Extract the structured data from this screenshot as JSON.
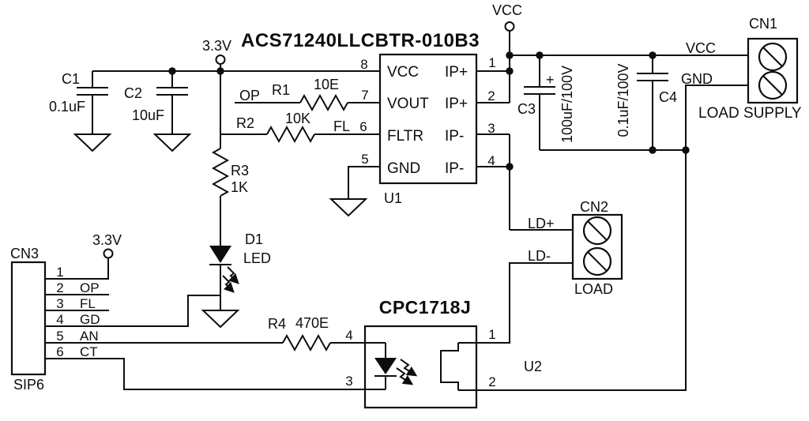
{
  "diagram": {
    "u1": {
      "part_number": "ACS71240LLCBTR-010B3",
      "refdes": "U1",
      "left_pins": [
        {
          "num": "8",
          "name": "VCC"
        },
        {
          "num": "7",
          "name": "VOUT"
        },
        {
          "num": "6",
          "name": "FLTR"
        },
        {
          "num": "5",
          "name": "GND"
        }
      ],
      "right_pins": [
        {
          "num": "1",
          "name": "IP+"
        },
        {
          "num": "2",
          "name": "IP+"
        },
        {
          "num": "3",
          "name": "IP-"
        },
        {
          "num": "4",
          "name": "IP-"
        }
      ]
    },
    "u2": {
      "part_number": "CPC1718J",
      "refdes": "U2",
      "pins": {
        "in_top": "4",
        "in_bottom": "3",
        "out_top": "1",
        "out_bottom": "2"
      }
    },
    "capacitors": {
      "c1": {
        "ref": "C1",
        "value": "0.1uF"
      },
      "c2": {
        "ref": "C2",
        "value": "10uF"
      },
      "c3": {
        "ref": "C3",
        "value": "100uF/100V",
        "polarity": "+"
      },
      "c4": {
        "ref": "C4",
        "value": "0.1uF/100V"
      }
    },
    "resistors": {
      "r1": {
        "ref": "R1",
        "value": "10E"
      },
      "r2": {
        "ref": "R2",
        "value": "10K"
      },
      "r3": {
        "ref": "R3",
        "value": "1K"
      },
      "r4": {
        "ref": "R4",
        "value": "470E"
      }
    },
    "d1": {
      "ref": "D1",
      "value": "LED"
    },
    "connectors": {
      "cn1": {
        "ref": "CN1",
        "caption": "LOAD SUPPLY",
        "pin_labels": [
          "VCC",
          "GND"
        ]
      },
      "cn2": {
        "ref": "CN2",
        "caption": "LOAD",
        "pin_labels": [
          "LD+",
          "LD-"
        ]
      },
      "cn3": {
        "ref": "CN3",
        "caption": "SIP6",
        "pins": [
          {
            "num": "1",
            "name": "3.3V"
          },
          {
            "num": "2",
            "name": "OP"
          },
          {
            "num": "3",
            "name": "FL"
          },
          {
            "num": "4",
            "name": "GD"
          },
          {
            "num": "5",
            "name": "AN"
          },
          {
            "num": "6",
            "name": "CT"
          }
        ]
      }
    },
    "nets": {
      "v33": "3.3V",
      "vcc": "VCC",
      "op": "OP",
      "fl": "FL"
    },
    "colors": {
      "ink": "#0d0d0d",
      "background": "#ffffff"
    }
  }
}
